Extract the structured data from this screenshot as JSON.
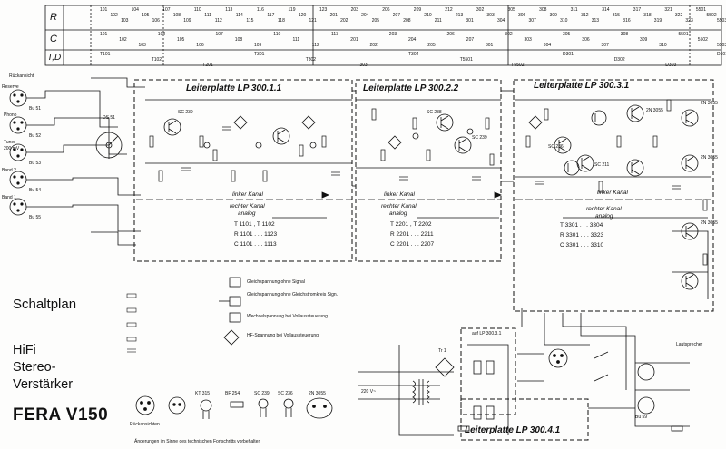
{
  "header": {
    "rows": [
      {
        "label": "R",
        "refs": [
          "101",
          "102",
          "103",
          "104",
          "105",
          "106",
          "107",
          "108",
          "109",
          "110",
          "111",
          "112",
          "113",
          "114",
          "115",
          "116",
          "117",
          "118",
          "119",
          "120",
          "121",
          "123",
          "201",
          "202",
          "203",
          "204",
          "205",
          "206",
          "207",
          "208",
          "209",
          "210",
          "211",
          "212",
          "213",
          "301",
          "302",
          "303",
          "304",
          "305",
          "306",
          "307",
          "308",
          "309",
          "310",
          "311",
          "312",
          "313",
          "314",
          "315",
          "316",
          "317",
          "318",
          "319",
          "321",
          "322",
          "323",
          "5501",
          "5502",
          "5503"
        ]
      },
      {
        "label": "C",
        "refs": [
          "101",
          "102",
          "103",
          "104",
          "105",
          "106",
          "107",
          "108",
          "109",
          "110",
          "111",
          "112",
          "113",
          "201",
          "202",
          "203",
          "204",
          "205",
          "206",
          "207",
          "301",
          "302",
          "303",
          "304",
          "305",
          "306",
          "307",
          "308",
          "309",
          "310",
          "5501",
          "5502",
          "5503"
        ]
      },
      {
        "label": "T,D",
        "refs": [
          "T101",
          "T102",
          "T201",
          "T301",
          "T302",
          "T303",
          "T304",
          "T5501",
          "T5502",
          "D301",
          "D302",
          "D303",
          "D501"
        ]
      }
    ]
  },
  "boards": [
    {
      "title": "Leiterplatte  LP 300.1.1",
      "kanal_left": "linker Kanal",
      "kanal_right": "rechter Kanal",
      "analog": "analog",
      "list": [
        "T 1101 ,  T 1102",
        "R  1101 . . . 1123",
        "C  1101 . . . 1113"
      ]
    },
    {
      "title": "Leiterplatte  LP 300.2.2",
      "kanal_left": "linker Kanal",
      "kanal_right": "rechter Kanal",
      "analog": "analog",
      "list": [
        "T 2201 , T 2202",
        "R 2201 . . . 2211",
        "C 2201 . . . 2207"
      ]
    },
    {
      "title": "Leiterplatte  LP 300.3.1",
      "kanal_left": "linker Kanal",
      "kanal_right": "rechter Kanal",
      "analog": "analog",
      "list": [
        "T  3301   . . .  3304",
        "R  3301  . . .  3323",
        "C  3301  . . .  3310"
      ]
    },
    {
      "title": "Leiterplatte  LP 300.4.1"
    }
  ],
  "inputs": {
    "top_label": "Rückansicht",
    "sockets": [
      {
        "name": "Reserve",
        "bu": "Bu 51"
      },
      {
        "name": "Phono",
        "bu": "Bu 52"
      },
      {
        "name": "Tuner",
        "sub": "200 mV",
        "bu": "Bu 53"
      },
      {
        "name": "Band 2",
        "bu": "Bu 54"
      },
      {
        "name": "Band 1",
        "bu": "Bu 55"
      }
    ],
    "ds_label": "DS 51"
  },
  "transistor_types": {
    "t1101": "SC 239",
    "t2201": "SC 238",
    "t2202": "SC 239",
    "t301": "SC 236",
    "t302": "SC 211",
    "t303": "2N 3055",
    "t501": "2N 3055",
    "t502": "2N 3055",
    "t503": "2N 3055"
  },
  "legend": {
    "items": [
      "Gleichspannung ohne Signal",
      "Gleichspannung ohne Gleichstromkreis Sign.",
      "Wechselspannung bei Vollaussteuerung",
      "HF-Spannung bei Vollaussteuerung"
    ]
  },
  "title_block": {
    "schaltplan": "Schaltplan",
    "line1": "HiFi",
    "line2": "Stereo-",
    "line3": "Verstärker",
    "model": "FERA  V150"
  },
  "parts_row": {
    "labels": [
      "Rückansichten",
      "SC 239",
      "SC 236",
      "2N 3055",
      "BF 254",
      "KT 315"
    ]
  },
  "power": {
    "transformer": "Tr 1",
    "mains": "220 V~",
    "lp4": "auf LP 300.3.1",
    "loudspeaker": "Lautsprecher",
    "bu59": "Bu 59"
  },
  "footer_note": "Änderungen im Sinne des technischen Fortschritts vorbehalten"
}
